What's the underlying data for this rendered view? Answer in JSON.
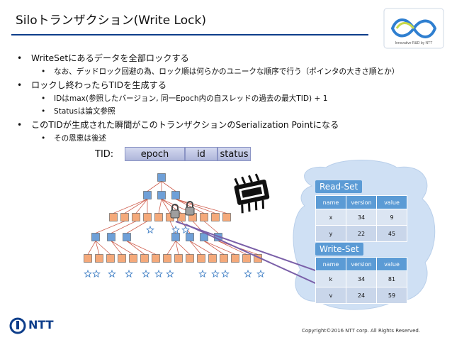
{
  "slide": {
    "title": "Siloトランザクション(Write Lock)",
    "copyright": "Copyright©2016 NTT corp. All Rights Reserved.",
    "ntt_label": "NTT",
    "logo_text": "Innovative R&D by NTT"
  },
  "bullets": [
    {
      "text": "WriteSetにあるデータを全部ロックする",
      "level": 1
    },
    {
      "text": "なお、デッドロック回避の為、ロック順は何らかのユニークな順序で行う（ポインタの大きさ順とか）",
      "level": 2
    },
    {
      "text": "ロックし終わったらTIDを生成する",
      "level": 1
    },
    {
      "text": "IDはmax(参照したバージョン, 同一Epoch内の自スレッドの過去の最大TID) + 1",
      "level": 2
    },
    {
      "text": "Statusは論文参照",
      "level": 2
    },
    {
      "text": "このTIDが生成された瞬間がこのトランザクションのSerialization Pointになる",
      "level": 1
    },
    {
      "text": "その恩恵は後述",
      "level": 2
    }
  ],
  "tid": {
    "label": "TID:",
    "segments": [
      "epoch",
      "id",
      "status"
    ]
  },
  "read_set": {
    "label": "Read-Set",
    "headers": [
      "name",
      "version",
      "value"
    ],
    "rows": [
      [
        "x",
        "34",
        "9"
      ],
      [
        "y",
        "22",
        "45"
      ]
    ]
  },
  "write_set": {
    "label": "Write-Set",
    "headers": [
      "name",
      "version",
      "value"
    ],
    "rows": [
      [
        "k",
        "34",
        "81"
      ],
      [
        "v",
        "24",
        "59"
      ]
    ]
  },
  "colors": {
    "accent_blue": "#5b9bd5",
    "title_rule": "#0d3d8a",
    "tree_node_blue": "#6fa0d8",
    "tree_node_orange": "#f5a97a",
    "arrow_purple": "#7a5fa8",
    "cloud_blue": "#cfe0f4"
  }
}
